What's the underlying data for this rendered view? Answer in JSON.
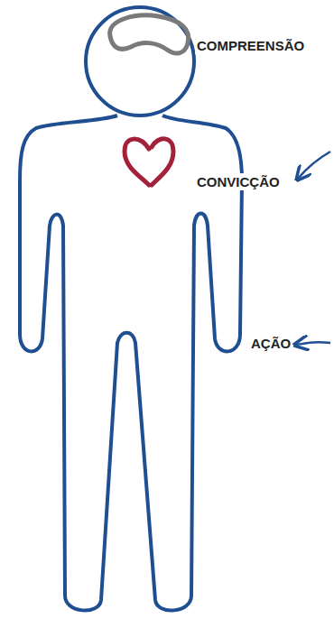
{
  "diagram": {
    "labels": [
      "COMPREENSÃO",
      "CONVICÇÃO",
      "AÇÃO"
    ]
  }
}
